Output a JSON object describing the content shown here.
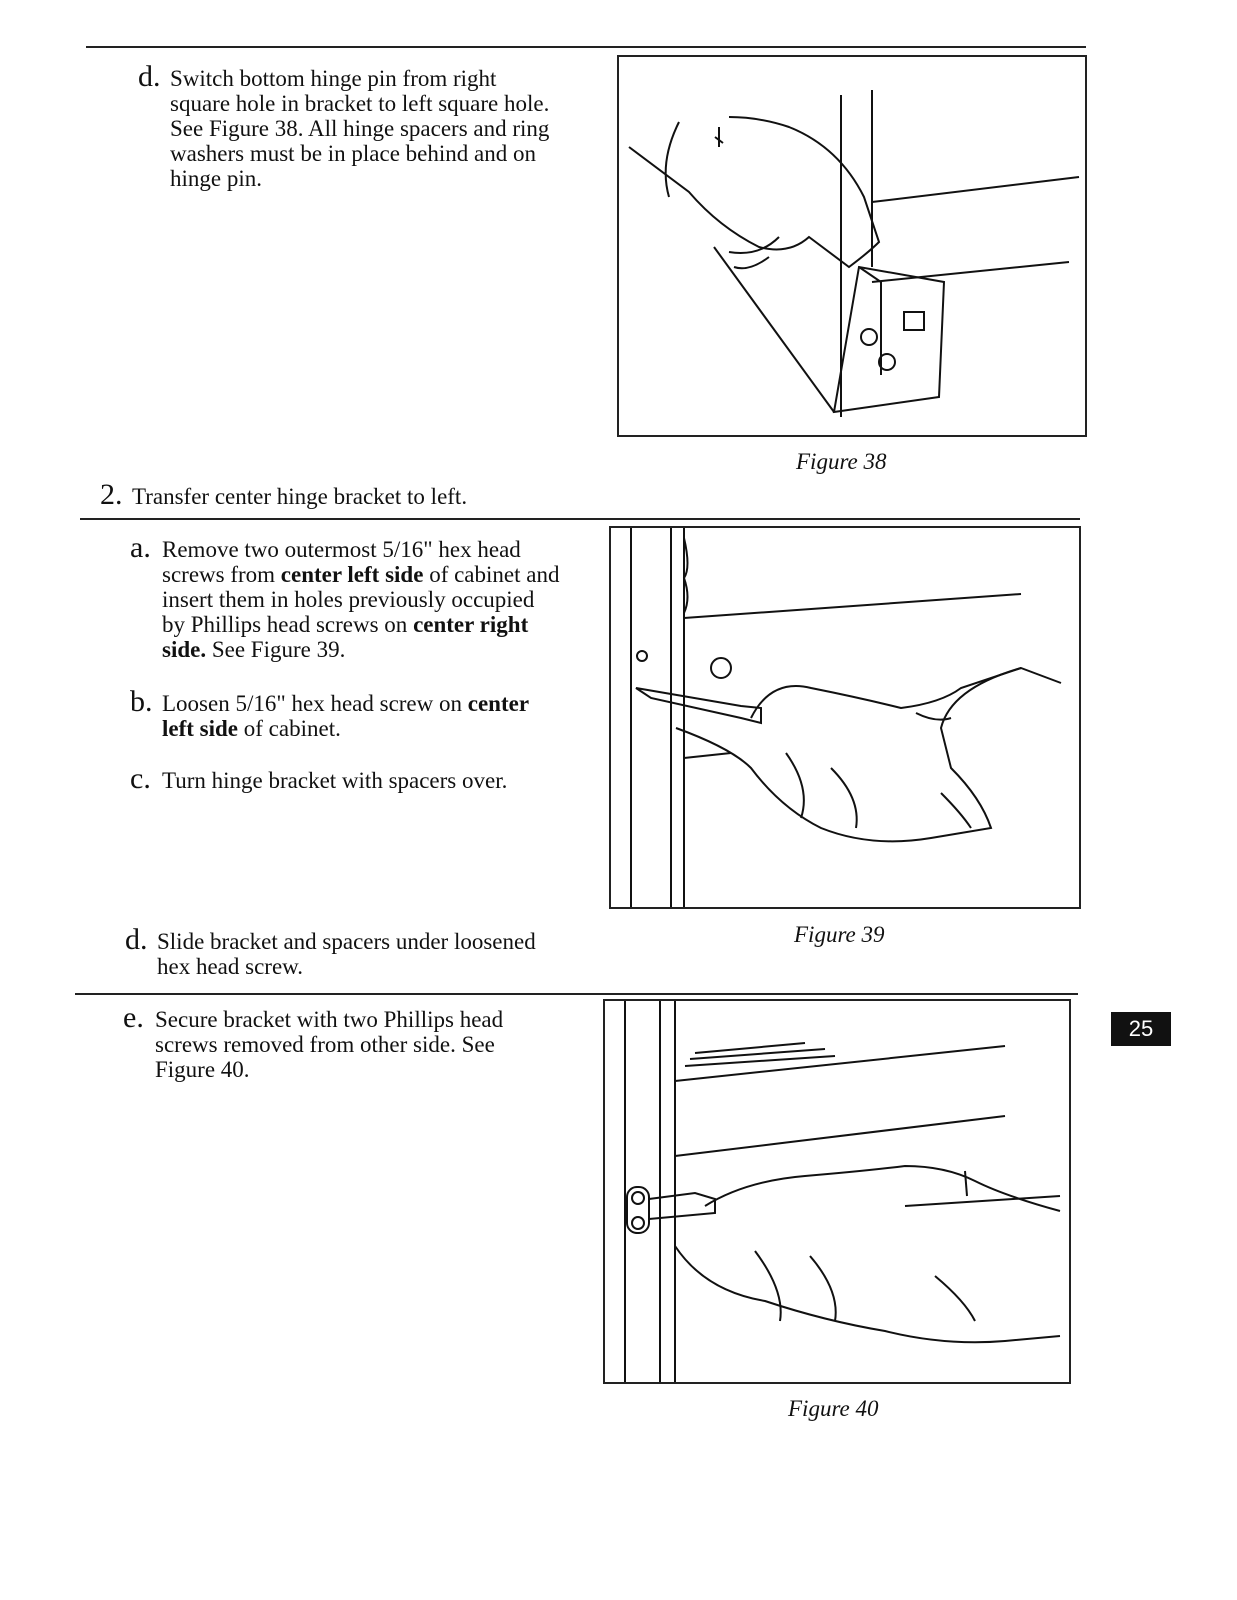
{
  "steps": {
    "d1": {
      "letter": "d.",
      "text": "Switch bottom hinge pin from right square hole in bracket to left square hole. See Figure 38. All hinge spacers and ring washers must be in place behind and on hinge pin."
    },
    "main2": {
      "number": "2.",
      "text": "Transfer center hinge bracket to left."
    },
    "a": {
      "letter": "a.",
      "t1": "Remove  two outermost 5/16\" hex head screws from ",
      "b1": "center left side",
      "t2": " of cabinet and insert them in holes previously occupied by Phillips head screws on ",
      "b2": "center right side.",
      "t3": " See Figure 39."
    },
    "b": {
      "letter": "b.",
      "t1": "Loosen 5/16\" hex head screw on ",
      "b1": "center left side",
      "t2": " of cabinet."
    },
    "c": {
      "letter": "c.",
      "text": "Turn hinge bracket with spacers over."
    },
    "d2": {
      "letter": "d.",
      "text": "Slide bracket and spacers under loosened hex head screw."
    },
    "e": {
      "letter": "e.",
      "text": "Secure bracket with two Phillips head screws removed from other side. See Figure 40."
    }
  },
  "figures": {
    "f38": "Figure 38",
    "f39": "Figure 39",
    "f40": "Figure 40"
  },
  "page_number": "25"
}
